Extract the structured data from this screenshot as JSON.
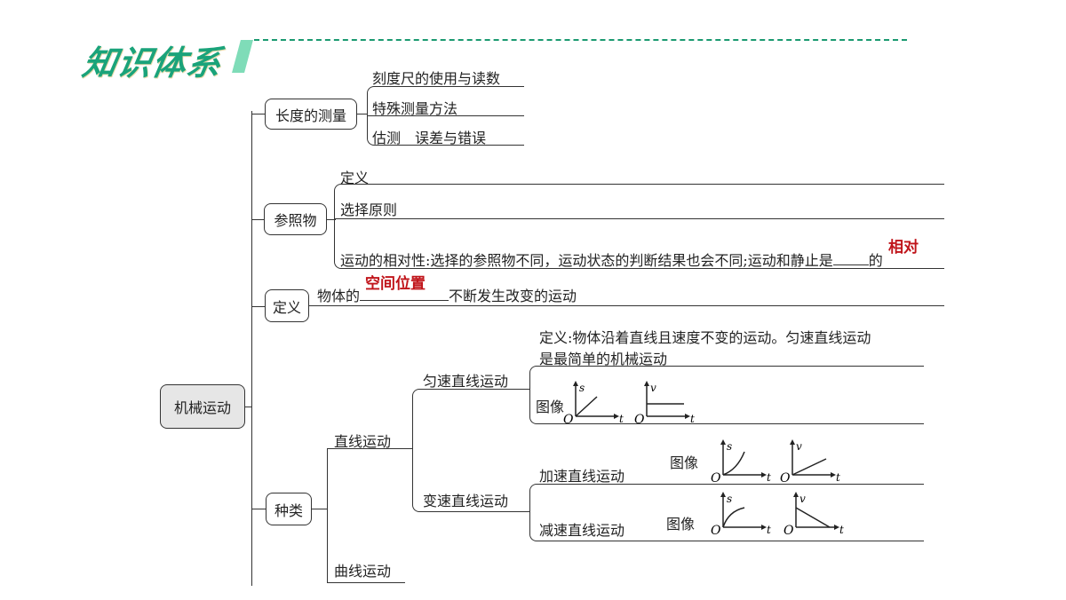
{
  "header": {
    "title": "知识体系"
  },
  "root": {
    "label": "机械运动"
  },
  "branches": {
    "length": {
      "label": "长度的测量",
      "items": [
        "刻度尺的使用与读数",
        "特殊测量方法",
        "估测　误差与错误"
      ]
    },
    "reference": {
      "label": "参照物",
      "items": [
        "定义",
        "选择原则"
      ],
      "relativity_prefix": "运动的相对性:选择的参照物不同，运动状态的判断结果也会不同;运动和静止是",
      "relativity_suffix": "的",
      "answer": "相对"
    },
    "definition": {
      "label": "定义",
      "prefix": "物体的",
      "suffix": "不断发生改变的运动",
      "answer": "空间位置"
    },
    "kinds": {
      "label": "种类",
      "linear": {
        "label": "直线运动",
        "uniform": {
          "label": "匀速直线运动",
          "definition_line1": "定义:物体沿着直线且速度不变的运动。匀速直线运动",
          "definition_line2": "是最简单的机械运动",
          "graph_label": "图像"
        },
        "variable": {
          "label": "变速直线运动",
          "accelerating": {
            "label": "加速直线运动",
            "graph_label": "图像"
          },
          "decelerating": {
            "label": "减速直线运动",
            "graph_label": "图像"
          }
        }
      },
      "curved": {
        "label": "曲线运动"
      }
    }
  },
  "graph_axes": {
    "s": "s",
    "v": "v",
    "t": "t",
    "origin": "O"
  },
  "colors": {
    "title": "#1aa37a",
    "answer": "#c0141a",
    "dash": "#1a9a70"
  }
}
